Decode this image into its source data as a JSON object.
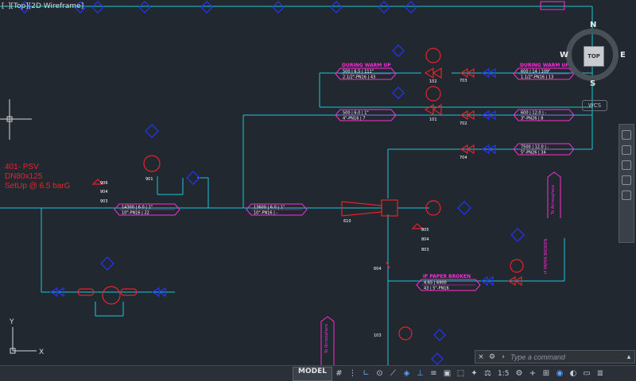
{
  "viewport": {
    "label": "[–][Top][2D Wireframe]"
  },
  "note": {
    "lines": [
      "401- PSV",
      "DN80x125",
      "SetUp @ 6.5 barG"
    ]
  },
  "viewcube": {
    "n": "N",
    "s": "S",
    "e": "E",
    "w": "W",
    "face": "TOP",
    "wcs": "WCS"
  },
  "command_line": {
    "placeholder": "Type a command"
  },
  "status_bar": {
    "model_tab": "MODEL",
    "scale": "1:5"
  },
  "colors": {
    "background": "#212830",
    "pipe": "#1fc6d8",
    "instrument": "#2535ff",
    "equipment": "#e8232b",
    "flag": "#ff2bd6",
    "tag_text": "#ffffff"
  },
  "icons": {
    "viewport": "window-icon",
    "command_gear": "wrench-icon",
    "snap": "grid-icon",
    "ortho": "angle-icon",
    "osnap": "target-icon"
  },
  "drawing": {
    "flags": [
      {
        "id": "f1",
        "lines": [
          "500 | 6.5 | 111\"",
          "2.1/2\"-PN16 | 43"
        ],
        "header": "DURING WARM UP"
      },
      {
        "id": "f2",
        "lines": [
          "600 | 14 | 109\"",
          "1.1/2\"-PN16 | 13"
        ],
        "header": "DURING WARM UP"
      },
      {
        "id": "f3",
        "lines": [
          "500 | 6.0 | 1\"",
          "4\"-PN16 | 7"
        ]
      },
      {
        "id": "f4",
        "lines": [
          "600 | 12.0 | -",
          "3\"-PN26 | 8"
        ]
      },
      {
        "id": "f5",
        "lines": [
          "7500 | 12.0 | -",
          "5\"-PN26 | 34"
        ]
      },
      {
        "id": "f6",
        "lines": [
          "14300 | 6.0 | 1\"",
          "10\"-PN16 | 22"
        ]
      },
      {
        "id": "f7",
        "lines": [
          "13600 | 6.0 | 1\"",
          "10\"-PN16 | -"
        ]
      },
      {
        "id": "f8",
        "lines": [
          "4.65 | 6900",
          "43 | 5\"-PN16"
        ],
        "header": "IF PAPER BROKEN"
      }
    ],
    "tags": [
      {
        "id": "t1",
        "text": "102"
      },
      {
        "id": "t2",
        "text": "101"
      },
      {
        "id": "t3",
        "text": "703"
      },
      {
        "id": "t4",
        "text": "702"
      },
      {
        "id": "t5",
        "text": "704"
      },
      {
        "id": "t6",
        "text": "610"
      },
      {
        "id": "t7",
        "text": "604"
      },
      {
        "id": "t8",
        "text": "103"
      },
      {
        "id": "t9",
        "text": "906"
      },
      {
        "id": "t10",
        "text": "904"
      },
      {
        "id": "t11",
        "text": "903"
      },
      {
        "id": "t12",
        "text": "805"
      },
      {
        "id": "t13",
        "text": "804"
      },
      {
        "id": "t14",
        "text": "803"
      },
      {
        "id": "t15",
        "text": "901"
      },
      {
        "id": "t16",
        "text": "To Atmosphere"
      },
      {
        "id": "t17",
        "text": "To Atmosphere"
      },
      {
        "id": "t18",
        "text": "IF PAPER BROKEN"
      }
    ]
  }
}
